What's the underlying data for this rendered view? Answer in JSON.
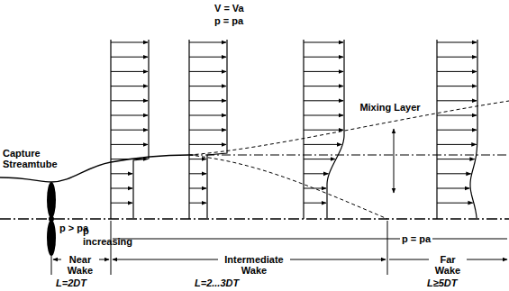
{
  "diagram": {
    "labels": [
      "V = Va",
      "p = pa",
      "Capture Streamtube",
      "p > pa",
      "p increasing",
      "Mixing Layer",
      "p = pa",
      "Near Wake",
      "Intermediate Wake",
      "Far Wake",
      "L=2DT",
      "L=2...3DT",
      "L≥5DT"
    ]
  }
}
